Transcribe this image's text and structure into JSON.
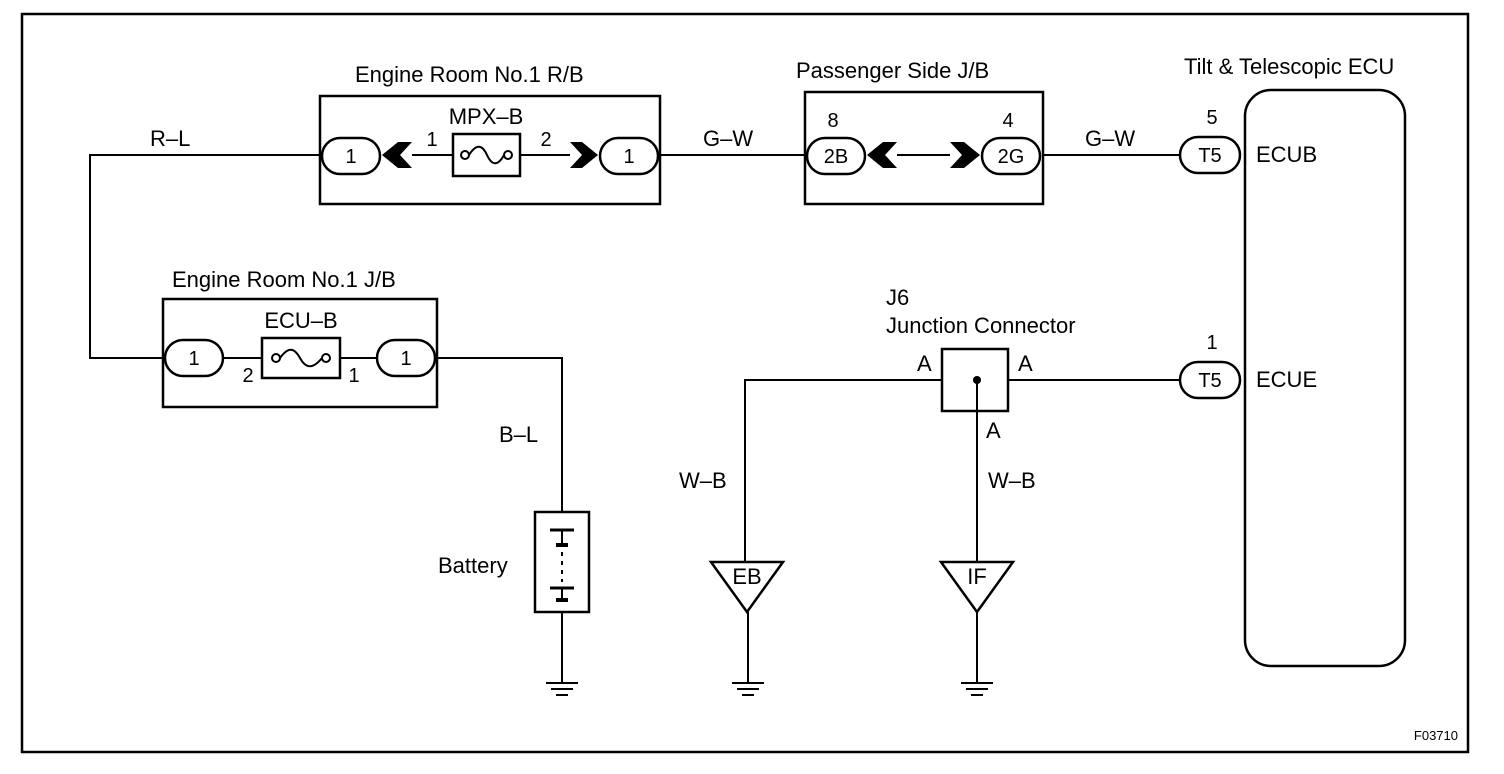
{
  "diagram_id": "F03710",
  "components": {
    "engine_room_rb": {
      "label": "Engine Room No.1 R/B",
      "fuse": "MPX–B",
      "pin_left": "1",
      "pin_right": "2",
      "conn_left": "1",
      "conn_right": "1"
    },
    "passenger_jb": {
      "label": "Passenger Side J/B",
      "pin_left": "8",
      "pin_right": "4",
      "conn_left": "2B",
      "conn_right": "2G"
    },
    "engine_room_jb": {
      "label": "Engine Room No.1 J/B",
      "fuse": "ECU–B",
      "pin_left": "2",
      "pin_right": "1",
      "conn_left": "1",
      "conn_right": "1"
    },
    "tilt_ecu": {
      "label": "Tilt & Telescopic ECU",
      "terminal_top": "ECUB",
      "terminal_bottom": "ECUE",
      "pin_top": "5",
      "pin_bottom": "1",
      "conn_top": "T5",
      "conn_bottom": "T5"
    },
    "junction": {
      "id": "J6",
      "label": "Junction Connector",
      "pin_left": "A",
      "pin_right": "A",
      "pin_bottom": "A"
    },
    "battery": {
      "label": "Battery"
    },
    "ground_eb": {
      "label": "EB"
    },
    "ground_if": {
      "label": "IF"
    }
  },
  "wires": {
    "r_l": "R–L",
    "g_w_1": "G–W",
    "g_w_2": "G–W",
    "b_l": "B–L",
    "w_b_1": "W–B",
    "w_b_2": "W–B"
  }
}
